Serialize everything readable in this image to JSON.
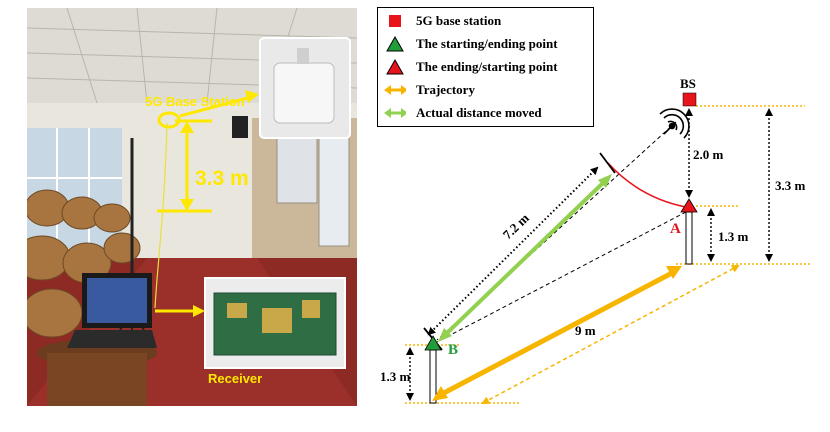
{
  "photo": {
    "label_base_station": "5G Base Station",
    "label_height": "3.3 m",
    "label_receiver": "Receiver"
  },
  "legend": {
    "items": [
      {
        "symbol": "red-square",
        "label": "5G base station"
      },
      {
        "symbol": "green-triangle",
        "label": "The starting/ending point"
      },
      {
        "symbol": "red-triangle",
        "label": "The ending/starting point"
      },
      {
        "symbol": "yellow-double-arrow",
        "label": "Trajectory"
      },
      {
        "symbol": "green-double-arrow",
        "label": "Actual distance moved"
      }
    ]
  },
  "diagram": {
    "bs_label": "BS",
    "point_a_label": "A",
    "point_b_label": "B",
    "dist_bs_a": "2.0 m",
    "height_bs": "3.3 m",
    "height_a": "1.3 m",
    "height_b": "1.3 m",
    "diagonal_distance": "7.2 m",
    "trajectory_length": "9 m"
  },
  "colors": {
    "base_station": "#e8141c",
    "start_point": "#1f9e3a",
    "end_point": "#e8141c",
    "trajectory": "#f7b500",
    "actual_distance": "#92d050",
    "label_b": "#1f9e3a",
    "label_a": "#e8141c",
    "photo_label": "#ffe800"
  }
}
